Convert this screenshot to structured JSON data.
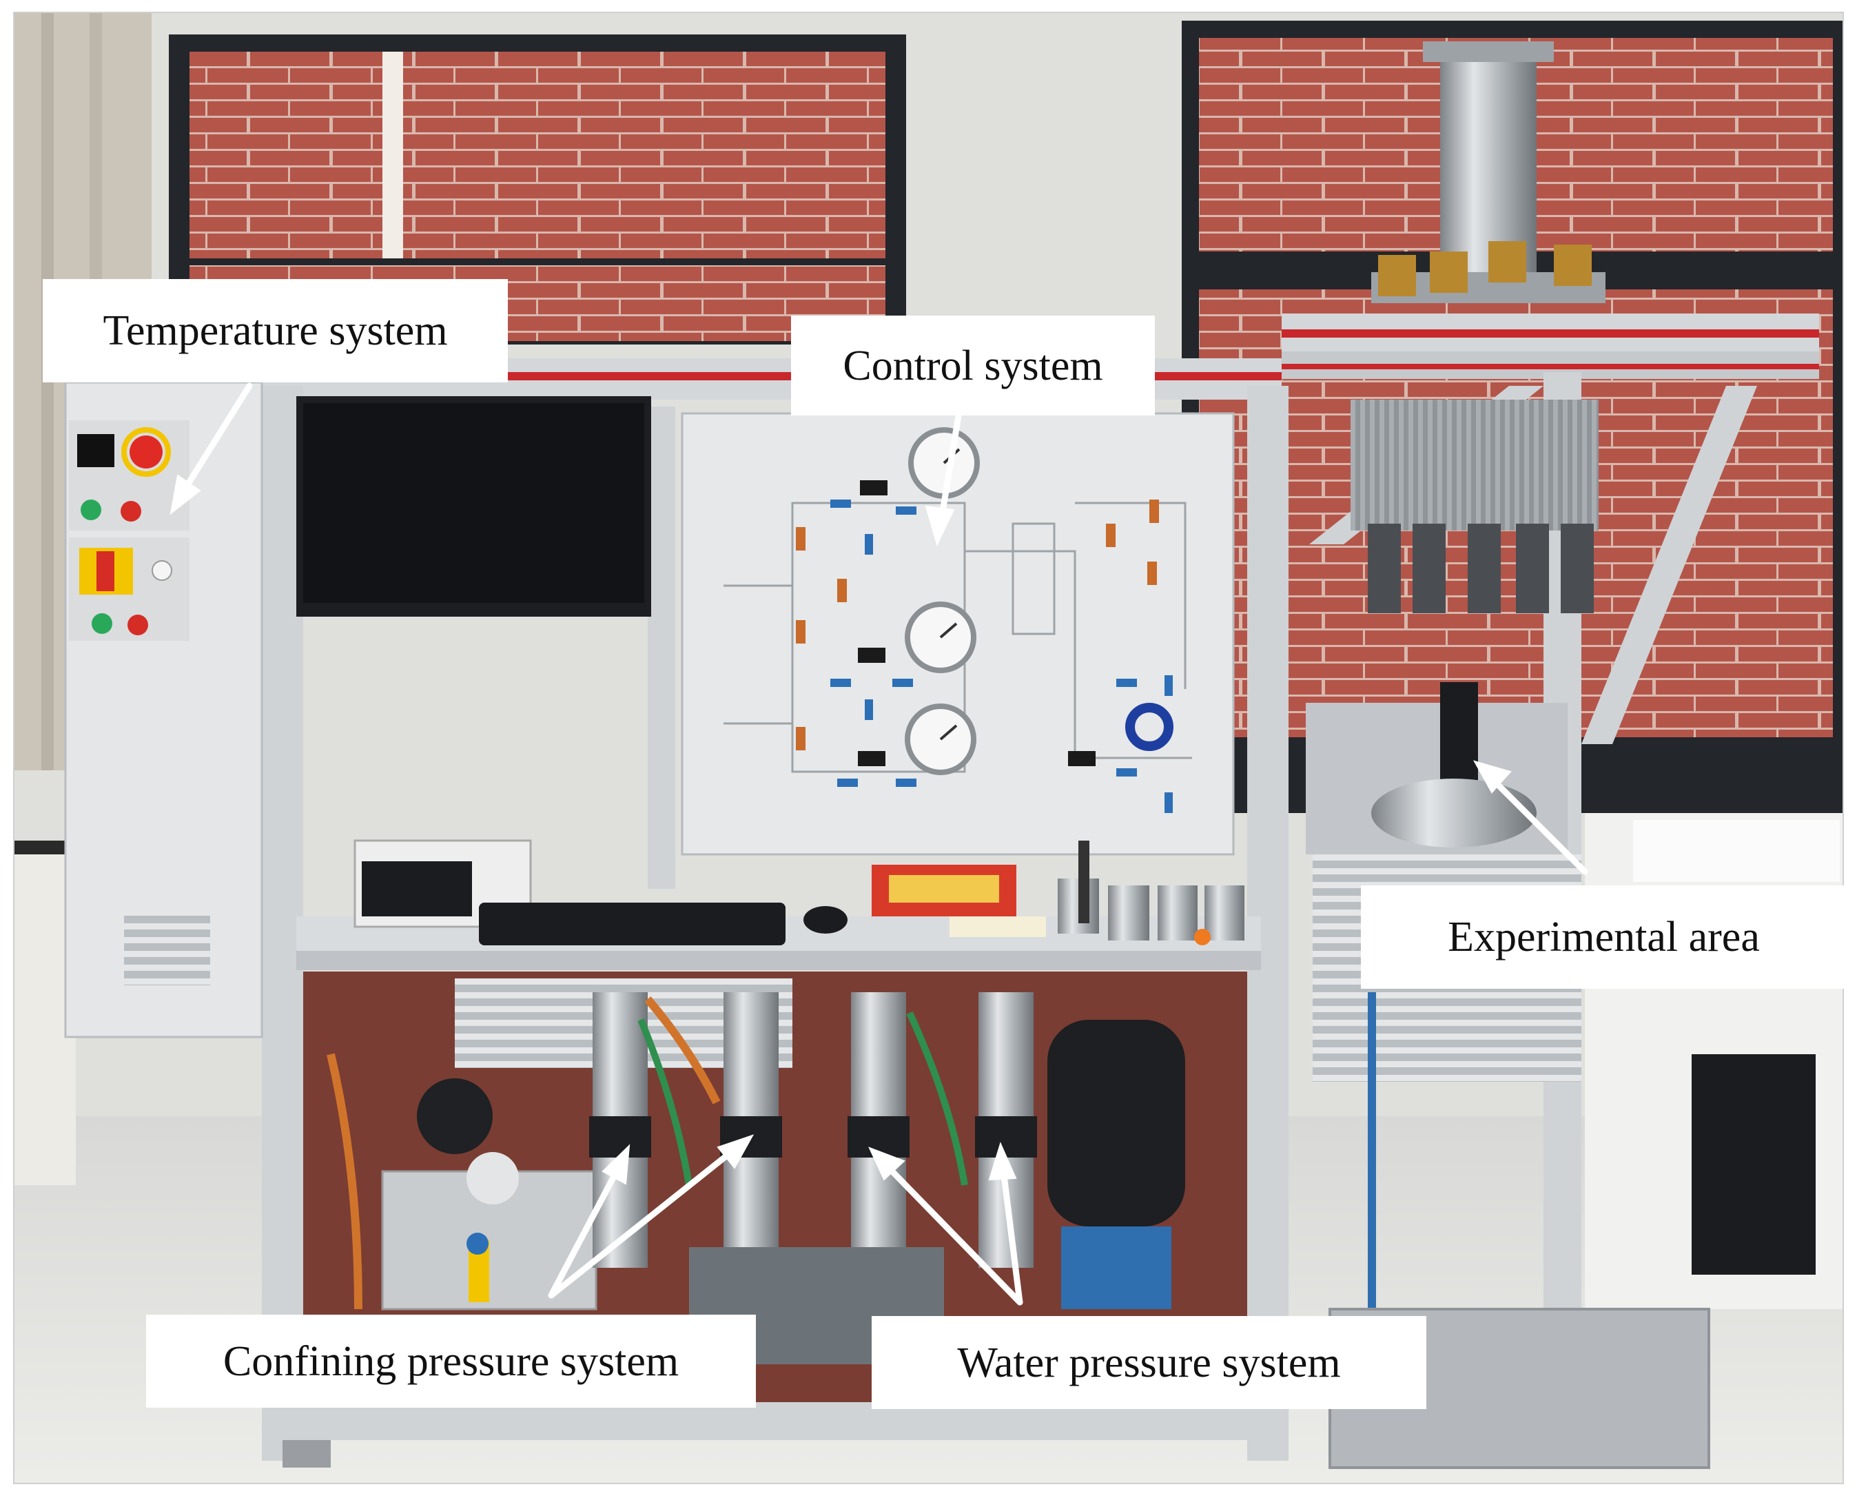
{
  "labels": {
    "temperature_system": "Temperature system",
    "control_system": "Control system",
    "experimental_area": "Experimental area",
    "confining_pressure_system": "Confining pressure system",
    "water_pressure_system": "Water pressure system"
  },
  "colors": {
    "frame_aluminum": "#cfd3d6",
    "frame_red_stripe": "#c8282c",
    "brick_wall": "#b4554a",
    "monitor": "#1c1e22",
    "panel": "#e6e8ea",
    "arrow": "#ffffff",
    "pump_motor_blue": "#2f6fb0"
  }
}
